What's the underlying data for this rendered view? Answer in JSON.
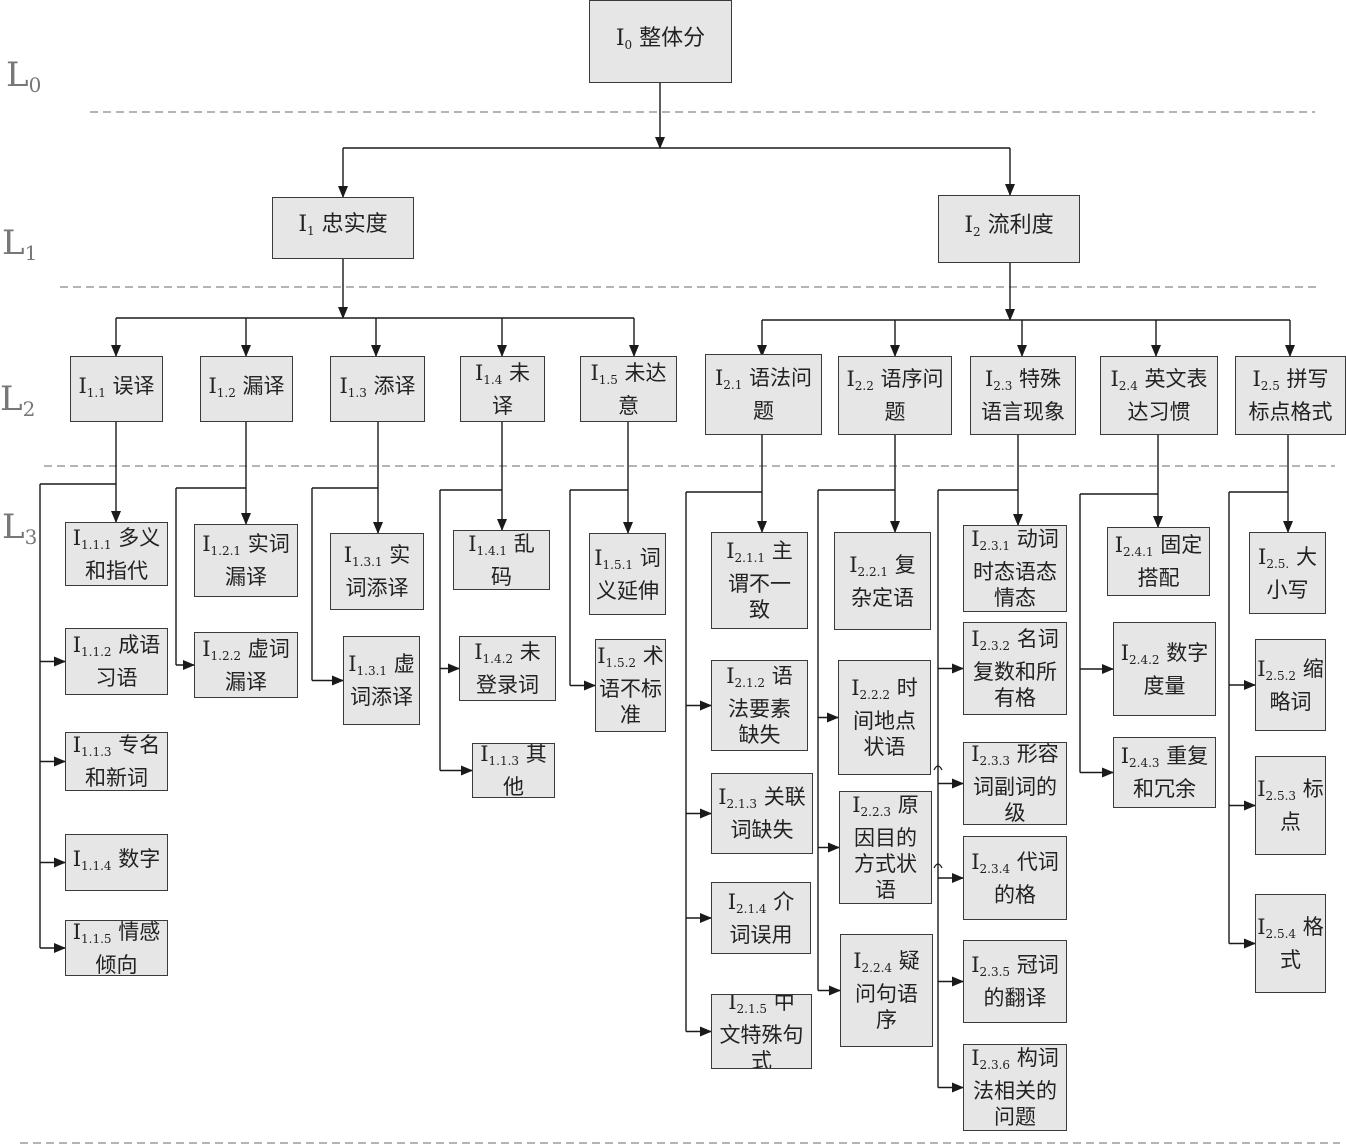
{
  "levels": [
    "L0",
    "L1",
    "L2",
    "L3"
  ],
  "nodes": {
    "n0": {
      "id": "I",
      "sub": "0",
      "label": "整体分"
    },
    "n1": {
      "id": "I",
      "sub": "1",
      "label": "忠实度"
    },
    "n2": {
      "id": "I",
      "sub": "2",
      "label": "流利度"
    },
    "n11": {
      "id": "I",
      "sub": "1.1",
      "label": "误译"
    },
    "n12": {
      "id": "I",
      "sub": "1.2",
      "label": "漏译"
    },
    "n13": {
      "id": "I",
      "sub": "1.3",
      "label": "添译"
    },
    "n14": {
      "id": "I",
      "sub": "1.4",
      "label": "未译"
    },
    "n15": {
      "id": "I",
      "sub": "1.5",
      "label": "未达意"
    },
    "n21": {
      "id": "I",
      "sub": "2.1",
      "label": "语法问题"
    },
    "n22": {
      "id": "I",
      "sub": "2.2",
      "label": "语序问题"
    },
    "n23": {
      "id": "I",
      "sub": "2.3",
      "label": "特殊语言现象"
    },
    "n24": {
      "id": "I",
      "sub": "2.4",
      "label": "英文表达习惯"
    },
    "n25": {
      "id": "I",
      "sub": "2.5",
      "label": "拼写标点格式"
    },
    "n111": {
      "id": "I",
      "sub": "1.1.1",
      "label": "多义和指代"
    },
    "n112": {
      "id": "I",
      "sub": "1.1.2",
      "label": "成语习语"
    },
    "n113": {
      "id": "I",
      "sub": "1.1.3",
      "label": "专名和新词"
    },
    "n114": {
      "id": "I",
      "sub": "1.1.4",
      "label": "数字"
    },
    "n115": {
      "id": "I",
      "sub": "1.1.5",
      "label": "情感倾向"
    },
    "n121": {
      "id": "I",
      "sub": "1.2.1",
      "label": "实词漏译"
    },
    "n122": {
      "id": "I",
      "sub": "1.2.2",
      "label": "虚词漏译"
    },
    "n131": {
      "id": "I",
      "sub": "1.3.1",
      "label": "实词添译"
    },
    "n132": {
      "id": "I",
      "sub": "1.3.1",
      "label": "虚词添译"
    },
    "n141": {
      "id": "I",
      "sub": "1.4.1",
      "label": "乱码"
    },
    "n142": {
      "id": "I",
      "sub": "1.4.2",
      "label": "未登录词"
    },
    "n143": {
      "id": "I",
      "sub": "1.1.3",
      "label": "其他"
    },
    "n151": {
      "id": "I",
      "sub": "1.5.1",
      "label": "词义延伸"
    },
    "n152": {
      "id": "I",
      "sub": "1.5.2",
      "label": "术语不标准"
    },
    "n211": {
      "id": "I",
      "sub": "2.1.1",
      "label": "主谓不一致"
    },
    "n212": {
      "id": "I",
      "sub": "2.1.2",
      "label": "语法要素缺失"
    },
    "n213": {
      "id": "I",
      "sub": "2.1.3",
      "label": "关联词缺失"
    },
    "n214": {
      "id": "I",
      "sub": "2.1.4",
      "label": "介词误用"
    },
    "n215": {
      "id": "I",
      "sub": "2.1.5",
      "label": "中文特殊句式"
    },
    "n221": {
      "id": "I",
      "sub": "2.2.1",
      "label": "复杂定语"
    },
    "n222": {
      "id": "I",
      "sub": "2.2.2",
      "label": "时间地点状语"
    },
    "n223": {
      "id": "I",
      "sub": "2.2.3",
      "label": "原因目的方式状语"
    },
    "n224": {
      "id": "I",
      "sub": "2.2.4",
      "label": "疑问句语序"
    },
    "n231": {
      "id": "I",
      "sub": "2.3.1",
      "label": "动词时态语态情态"
    },
    "n232": {
      "id": "I",
      "sub": "2.3.2",
      "label": "名词复数和所有格"
    },
    "n233": {
      "id": "I",
      "sub": "2.3.3",
      "label": "形容词副词的级"
    },
    "n234": {
      "id": "I",
      "sub": "2.3.4",
      "label": "代词的格"
    },
    "n235": {
      "id": "I",
      "sub": "2.3.5",
      "label": "冠词的翻译"
    },
    "n236": {
      "id": "I",
      "sub": "2.3.6",
      "label": "构词法相关的问题"
    },
    "n241": {
      "id": "I",
      "sub": "2.4.1",
      "label": "固定搭配"
    },
    "n242": {
      "id": "I",
      "sub": "2.4.2",
      "label": "数字度量"
    },
    "n243": {
      "id": "I",
      "sub": "2.4.3",
      "label": "重复和冗余"
    },
    "n251": {
      "id": "I",
      "sub": "2.5.",
      "label": "大小写"
    },
    "n252": {
      "id": "I",
      "sub": "2.5.2",
      "label": "缩略词"
    },
    "n253": {
      "id": "I",
      "sub": "2.5.3",
      "label": "标点"
    },
    "n254": {
      "id": "I",
      "sub": "2.5.4",
      "label": "格式"
    }
  }
}
